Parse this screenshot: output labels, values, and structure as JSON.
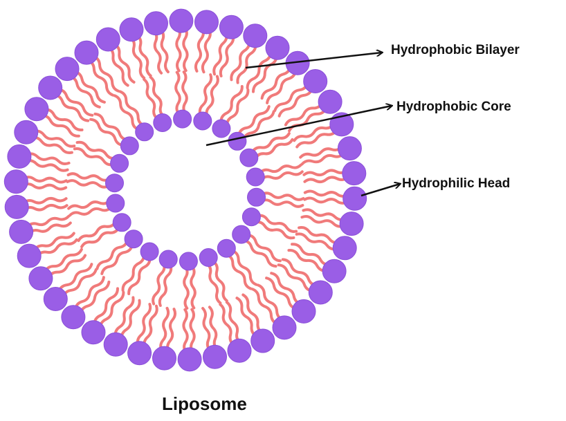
{
  "title": "Liposome",
  "labels": {
    "bilayer": "Hydrophobic Bilayer",
    "core": "Hydrophobic Core",
    "head": "Hydrophilic Head"
  },
  "colors": {
    "head": "#9a5ee6",
    "head_stroke": "#8a4fd8",
    "tail": "#f07a7a",
    "arrow": "#111111"
  }
}
